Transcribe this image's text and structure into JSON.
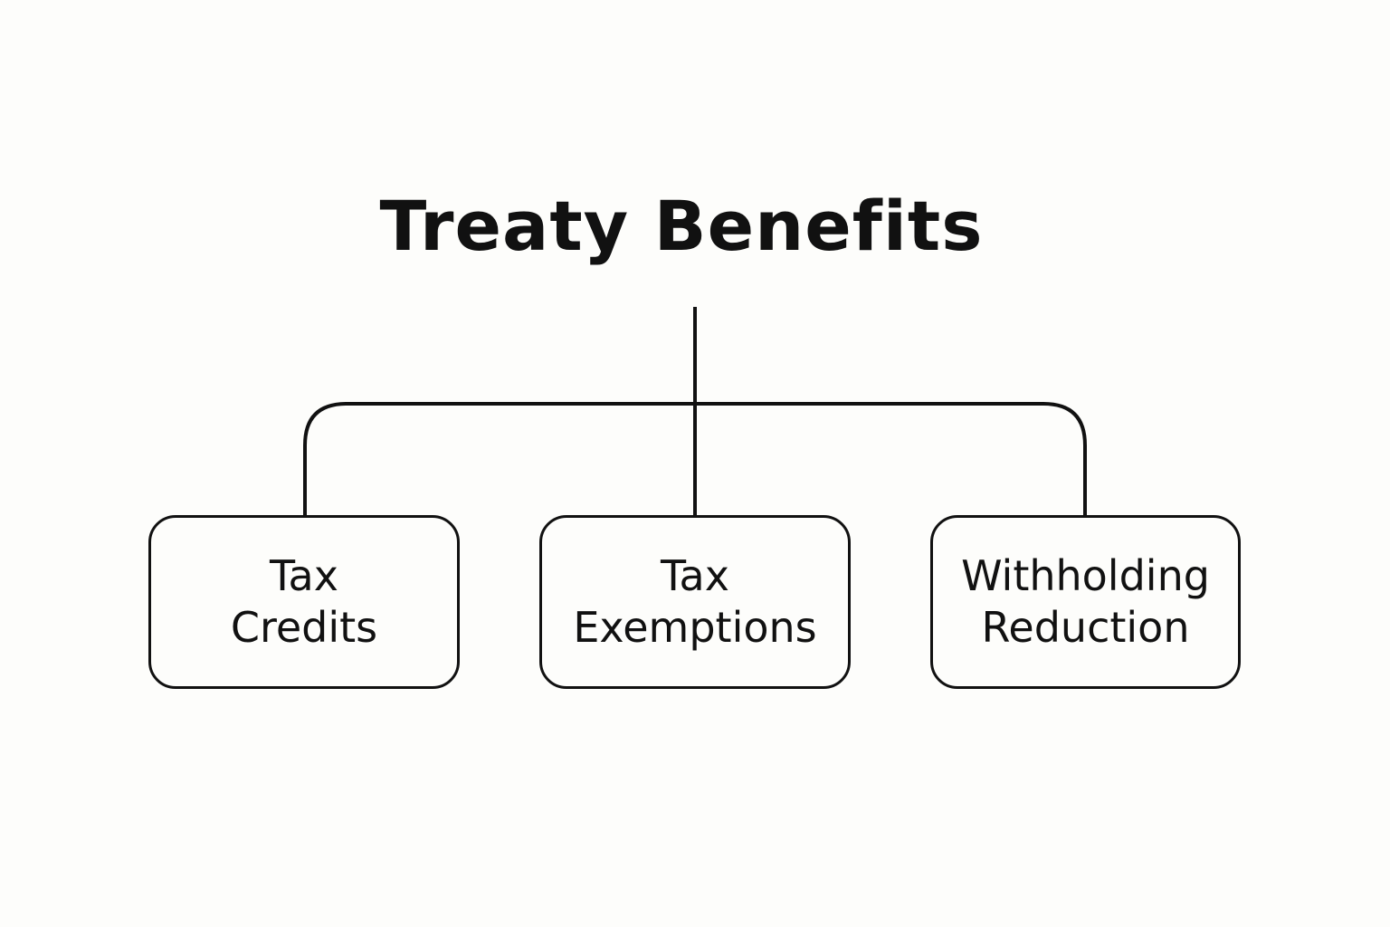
{
  "title": "Treaty Benefits",
  "branches": [
    {
      "lines": [
        "Tax",
        "Credits"
      ]
    },
    {
      "lines": [
        "Tax",
        "Exemptions"
      ]
    },
    {
      "lines": [
        "Withholding",
        "Reduction"
      ]
    }
  ],
  "colors": {
    "background": "#fdfdfb",
    "stroke": "#111111",
    "text": "#111111"
  }
}
